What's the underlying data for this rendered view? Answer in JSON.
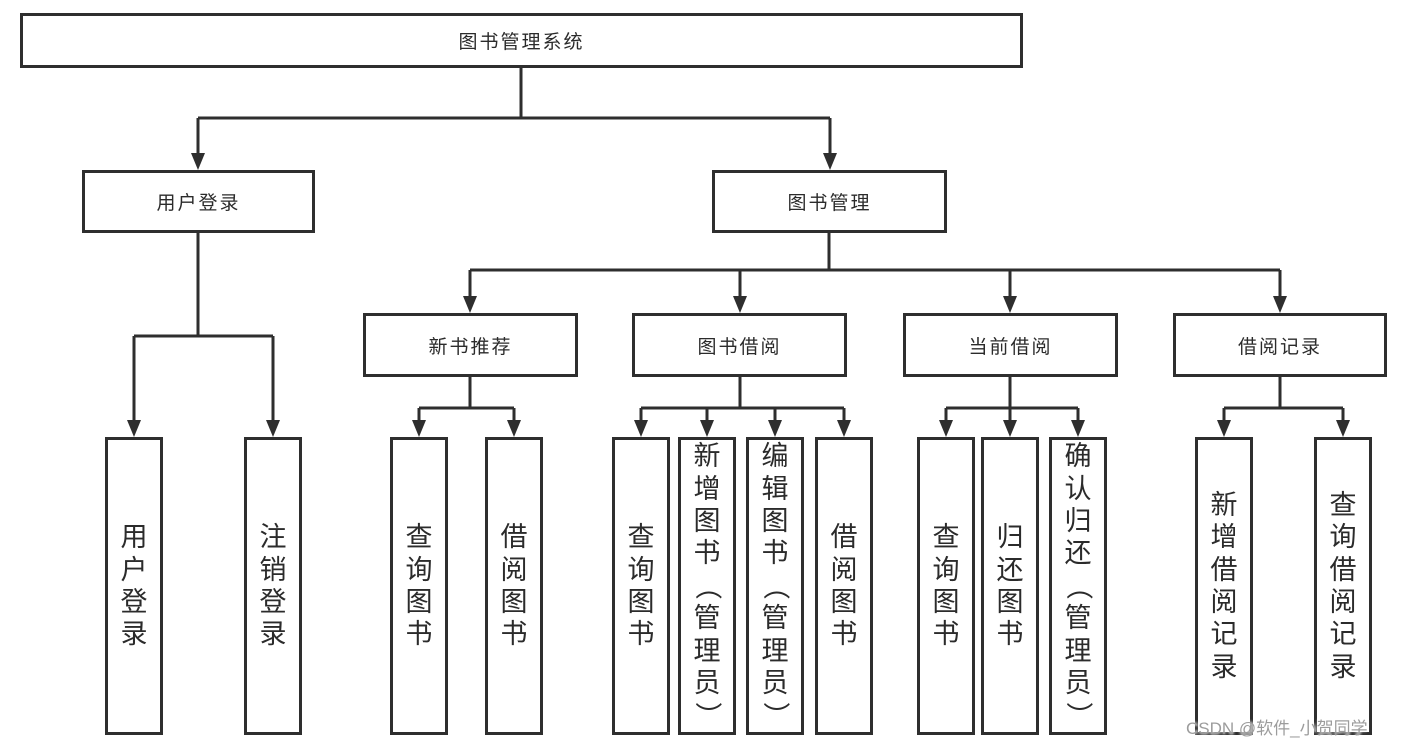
{
  "tree": {
    "root": {
      "label": "图书管理系统"
    },
    "branches": [
      {
        "label": "用户登录",
        "children": [
          {
            "label": "用户登录"
          },
          {
            "label": "注销登录"
          }
        ]
      },
      {
        "label": "图书管理",
        "groups": [
          {
            "label": "新书推荐",
            "children": [
              {
                "label": "查询图书"
              },
              {
                "label": "借阅图书"
              }
            ]
          },
          {
            "label": "图书借阅",
            "children": [
              {
                "label": "查询图书"
              },
              {
                "label": "新增图书（管理员）"
              },
              {
                "label": "编辑图书（管理员）"
              },
              {
                "label": "借阅图书"
              }
            ]
          },
          {
            "label": "当前借阅",
            "children": [
              {
                "label": "查询图书"
              },
              {
                "label": "归还图书"
              },
              {
                "label": "确认归还（管理员）"
              }
            ]
          },
          {
            "label": "借阅记录",
            "children": [
              {
                "label": "新增借阅记录"
              },
              {
                "label": "查询借阅记录"
              }
            ]
          }
        ]
      }
    ]
  },
  "watermark": {
    "text": "CSDN @软件_小贺同学"
  },
  "colors": {
    "line": "#2e2e2e",
    "text": "#2b2b2b",
    "watermark": "#9c9c9c",
    "background": "#ffffff"
  }
}
